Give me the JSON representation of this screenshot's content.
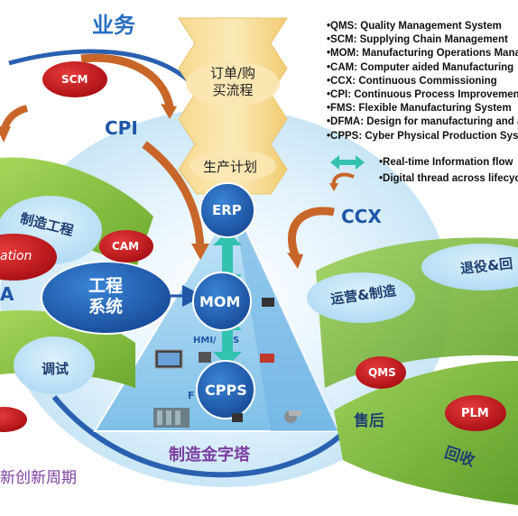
{
  "title_business": "业务",
  "stream_labels": {
    "order": "订单/购\n买流程",
    "production_plan": "生产计划"
  },
  "pyramid": {
    "label": "制造金字塔",
    "erp": "ERP",
    "mom": "MOM",
    "cpps": "CPPS",
    "hmi_fragment": "HMI/",
    "s_fragment": "S",
    "f_fragment": "F"
  },
  "engineering": {
    "main": "工程\n系统",
    "manufacturing_engineering": "制造工程",
    "cam": "CAM",
    "ation_fragment": "ation",
    "a_fragment": "A",
    "debug": "调试"
  },
  "loop_labels": {
    "scm": "SCM",
    "cpi": "CPI",
    "ccx": "CCX",
    "innovation_cycle": "新创新周期"
  },
  "right_side": {
    "operation": "运营&制造",
    "decommission": "退役&回",
    "qms": "QMS",
    "after_sales": "售后",
    "plm": "PLM",
    "recycle": "回收"
  },
  "legend": [
    "•QMS: Quality Management System",
    "•SCM: Supplying Chain Management",
    "•MOM: Manufacturing Operations Management",
    "•CAM: Computer aided Manufacturing",
    "•CCX: Continuous Commissioning",
    "•CPI: Continuous Process Improvement",
    "•FMS: Flexible Manufacturing System",
    "•DFMA: Design for manufacturing and assembly",
    "•CPPS: Cyber Physical Production System"
  ],
  "legend_symbols": [
    {
      "icon": "double-arrow-icon",
      "text": "•Real-time Information flow"
    },
    {
      "icon": "curved-arrow-icon",
      "text": "•Digital thread across lifecycle"
    }
  ],
  "colors": {
    "title_blue": "#2a6fc0",
    "dark_blue": "#1f56a8",
    "red_ellipse": "#c8141c",
    "green": "#8cc63f",
    "teal_arrow": "#33c2b0",
    "brown_arrow": "#c8662a",
    "purple_text": "#7b3fa0",
    "pyramid_blue": "#9dd0ef"
  }
}
